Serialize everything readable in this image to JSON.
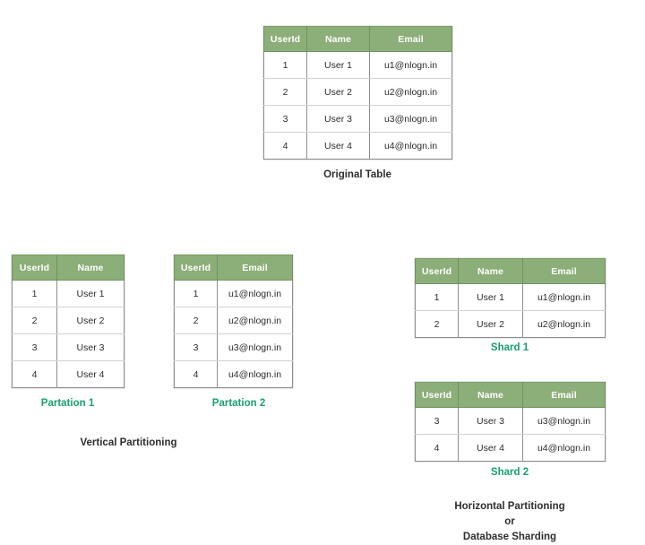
{
  "diagram": {
    "title_main": "Original Table",
    "columns_full": [
      "UserId",
      "Name",
      "Email"
    ],
    "columns_vertical_1": [
      "UserId",
      "Name"
    ],
    "columns_vertical_2": [
      "UserId",
      "Email"
    ],
    "accent_header_color": "#8cae78",
    "accent_label_color": "#17a06e",
    "caption_color": "#2e2e2e"
  },
  "original_table": {
    "caption": "Original Table",
    "headers": [
      "UserId",
      "Name",
      "Email"
    ],
    "rows": [
      [
        "1",
        "User 1",
        "u1@nlogn.in"
      ],
      [
        "2",
        "User 2",
        "u2@nlogn.in"
      ],
      [
        "3",
        "User 3",
        "u3@nlogn.in"
      ],
      [
        "4",
        "User 4",
        "u4@nlogn.in"
      ]
    ]
  },
  "vertical_partitioning": {
    "section_caption": "Vertical Partitioning",
    "partitions": [
      {
        "caption": "Partation 1",
        "headers": [
          "UserId",
          "Name"
        ],
        "rows": [
          [
            "1",
            "User 1"
          ],
          [
            "2",
            "User 2"
          ],
          [
            "3",
            "User 3"
          ],
          [
            "4",
            "User 4"
          ]
        ]
      },
      {
        "caption": "Partation 2",
        "headers": [
          "UserId",
          "Email"
        ],
        "rows": [
          [
            "1",
            "u1@nlogn.in"
          ],
          [
            "2",
            "u2@nlogn.in"
          ],
          [
            "3",
            "u3@nlogn.in"
          ],
          [
            "4",
            "u4@nlogn.in"
          ]
        ]
      }
    ]
  },
  "horizontal_partitioning": {
    "section_caption_line1": "Horizontal Partitioning",
    "section_caption_line2": "or",
    "section_caption_line3": "Database Sharding",
    "shards": [
      {
        "caption": "Shard 1",
        "headers": [
          "UserId",
          "Name",
          "Email"
        ],
        "rows": [
          [
            "1",
            "User 1",
            "u1@nlogn.in"
          ],
          [
            "2",
            "User 2",
            "u2@nlogn.in"
          ]
        ]
      },
      {
        "caption": "Shard 2",
        "headers": [
          "UserId",
          "Name",
          "Email"
        ],
        "rows": [
          [
            "3",
            "User 3",
            "u3@nlogn.in"
          ],
          [
            "4",
            "User 4",
            "u4@nlogn.in"
          ]
        ]
      }
    ]
  }
}
